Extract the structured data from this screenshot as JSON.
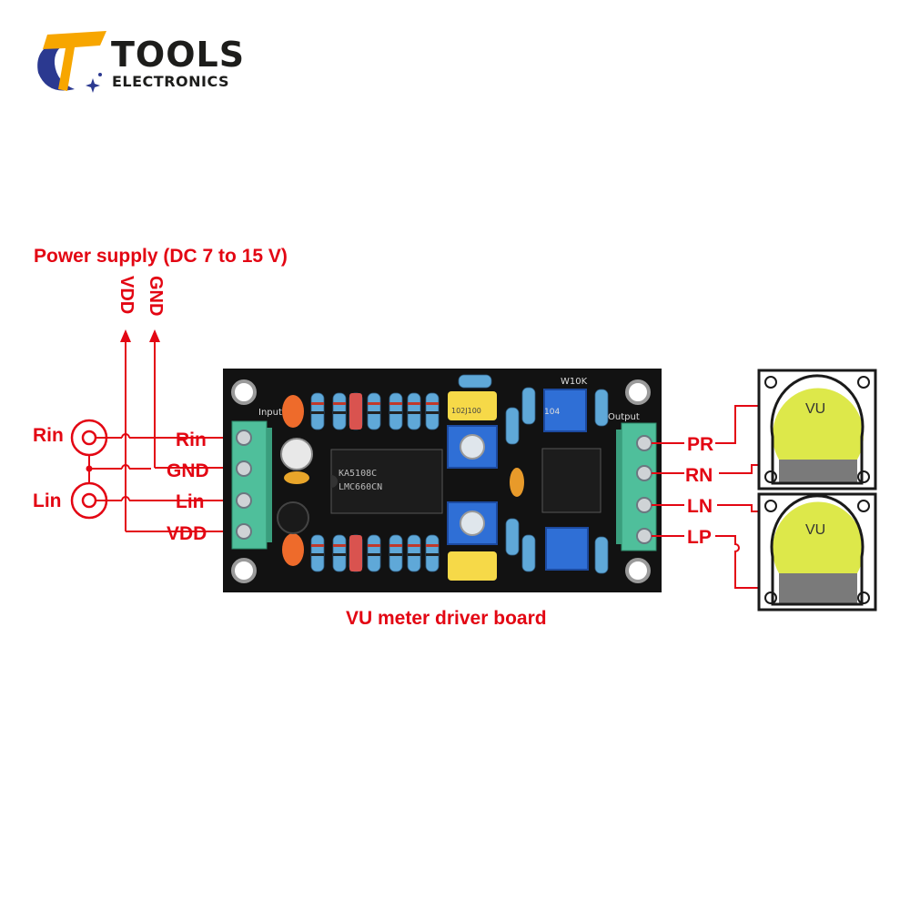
{
  "brand": {
    "name": "TOOLS",
    "subtitle": "ELECTRONICS"
  },
  "power": {
    "label": "Power supply (DC 7 to 15 V)",
    "vdd": "VDD",
    "gnd": "GND"
  },
  "inputs": {
    "rin": "Rin",
    "lin": "Lin",
    "rin_pin": "Rin",
    "gnd_pin": "GND",
    "lin_pin": "Lin",
    "vdd_pin": "VDD"
  },
  "outputs": {
    "pr": "PR",
    "rn": "RN",
    "ln": "LN",
    "lp": "LP"
  },
  "meters": [
    {
      "label": "VU"
    },
    {
      "label": "VU"
    }
  ],
  "board": {
    "title": "VU meter driver board",
    "input_label": "Input",
    "output_label": "Output",
    "chip_text_1": "KA5108C",
    "chip_text_2": "LMC660CN",
    "trim_label": "W10K",
    "cap_label": "104",
    "film_cap": "102J100"
  },
  "colors": {
    "accent": "#e30613",
    "pcb": "#111111",
    "terminal": "#4fbf9b",
    "meter_face": "#dde84a",
    "meter_bottom": "#7a7a7a"
  }
}
